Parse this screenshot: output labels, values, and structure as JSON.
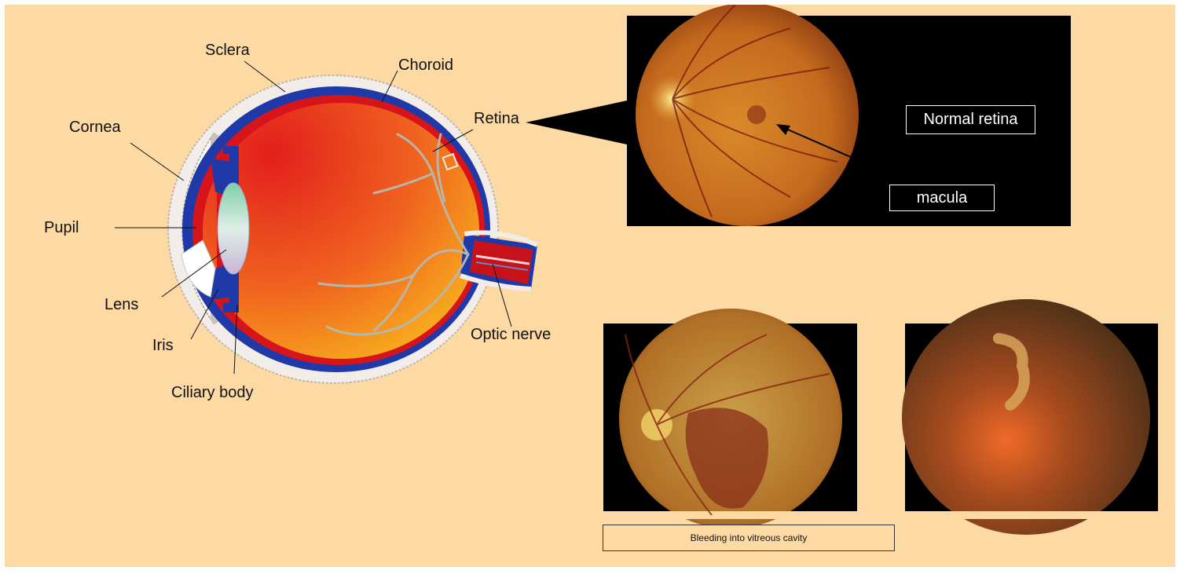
{
  "labels": {
    "sclera": "Sclera",
    "choroid": "Choroid",
    "cornea": "Cornea",
    "retina": "Retina",
    "pupil": "Pupil",
    "lens": "Lens",
    "iris": "Iris",
    "ciliary_body": "Ciliary body",
    "optic_nerve": "Optic nerve"
  },
  "normal_retina_panel": {
    "title": "Normal retina",
    "macula_label": "macula"
  },
  "bleeding_panel": {
    "caption": "Bleeding into vitreous cavity"
  },
  "colors": {
    "background": "#fdd9a4",
    "eye_red": "#e8351e",
    "eye_orange": "#f7a51c",
    "choroid_blue": "#1f3aa8"
  }
}
